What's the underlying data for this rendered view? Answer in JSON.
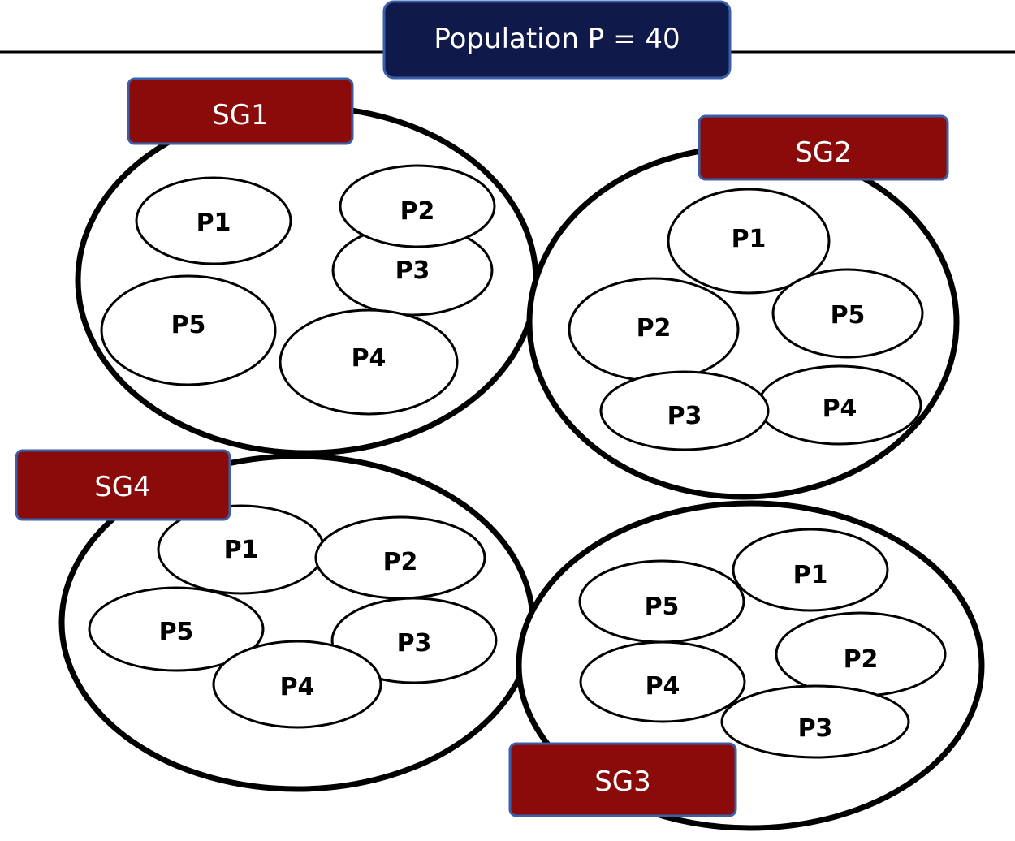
{
  "title": "Population P = 40",
  "colors": {
    "title_bg": "#0f1a4a",
    "group_tag_bg": "#8b0b0b",
    "tag_border": "#3a5fa8",
    "line": "#000000"
  },
  "groups": [
    {
      "label": "SG1",
      "members": [
        "P1",
        "P2",
        "P3",
        "P5",
        "P4"
      ]
    },
    {
      "label": "SG2",
      "members": [
        "P1",
        "P5",
        "P2",
        "P3",
        "P4"
      ]
    },
    {
      "label": "SG4",
      "members": [
        "P1",
        "P2",
        "P5",
        "P3",
        "P4"
      ]
    },
    {
      "label": "SG3",
      "members": [
        "P1",
        "P5",
        "P2",
        "P4",
        "P3"
      ]
    }
  ]
}
